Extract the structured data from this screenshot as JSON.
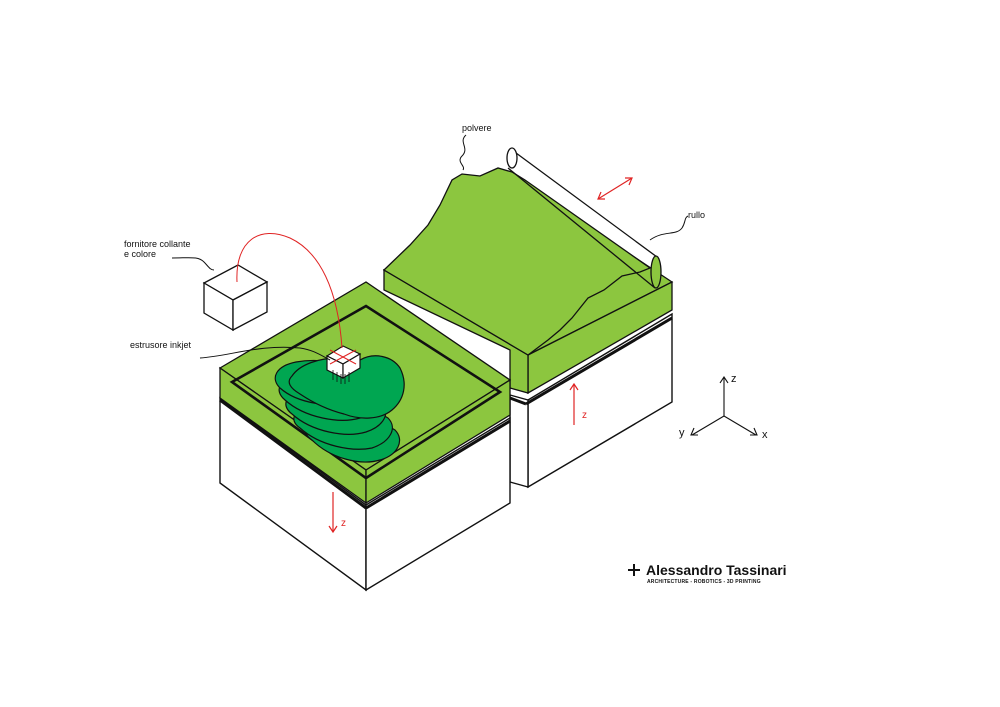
{
  "labels": {
    "powder": "polvere",
    "roller": "rullo",
    "supplier_line1": "fornitore collante",
    "supplier_line2": "e colore",
    "extruder": "estrusore inkjet",
    "z_left": "z",
    "z_right": "z"
  },
  "axes": {
    "x": "x",
    "y": "y",
    "z": "z"
  },
  "brand": {
    "name": "Alessandro Tassinari",
    "tagline": "ARCHITECTURE - ROBOTICS - 3D PRINTING"
  },
  "colors": {
    "powder": "#8cc63f",
    "printed_object": "#00a651",
    "arrow": "#e02424",
    "line": "#111111"
  }
}
